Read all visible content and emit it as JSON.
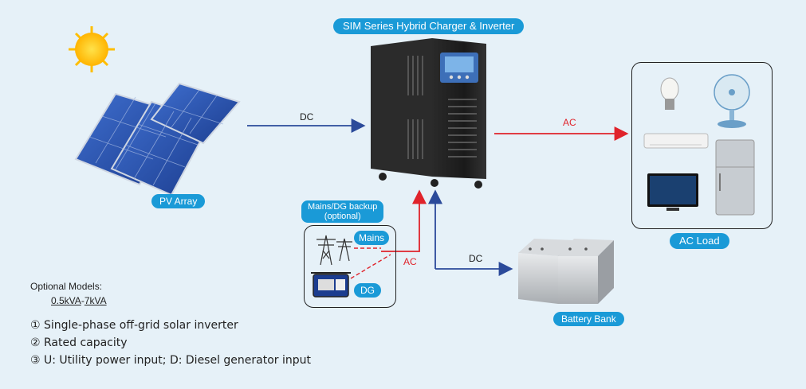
{
  "title": "SIM Series Hybrid Charger & Inverter",
  "labels": {
    "pv_array": "PV Array",
    "ac_load": "AC Load",
    "battery_bank": "Battery Bank",
    "mains_dg_backup": "Mains/DG backup",
    "optional": "(optional)",
    "mains": "Mains",
    "dg": "DG"
  },
  "flows": {
    "pv_to_inverter": "DC",
    "inverter_to_load": "AC",
    "backup_to_inverter": "AC",
    "battery_to_inverter": "DC"
  },
  "optional_models": {
    "heading": "Optional Models:",
    "range_start": "0.5kVA",
    "range_sep": "-",
    "range_end": "7kVA"
  },
  "legend": [
    "① Single-phase off-grid solar inverter",
    "② Rated capacity",
    "③ U: Utility power input; D: Diesel generator input"
  ],
  "colors": {
    "background": "#e6f1f8",
    "pill": "#1a9ad7",
    "dc_arrow": "#2b4a9a",
    "ac_arrow": "#e0232b"
  }
}
